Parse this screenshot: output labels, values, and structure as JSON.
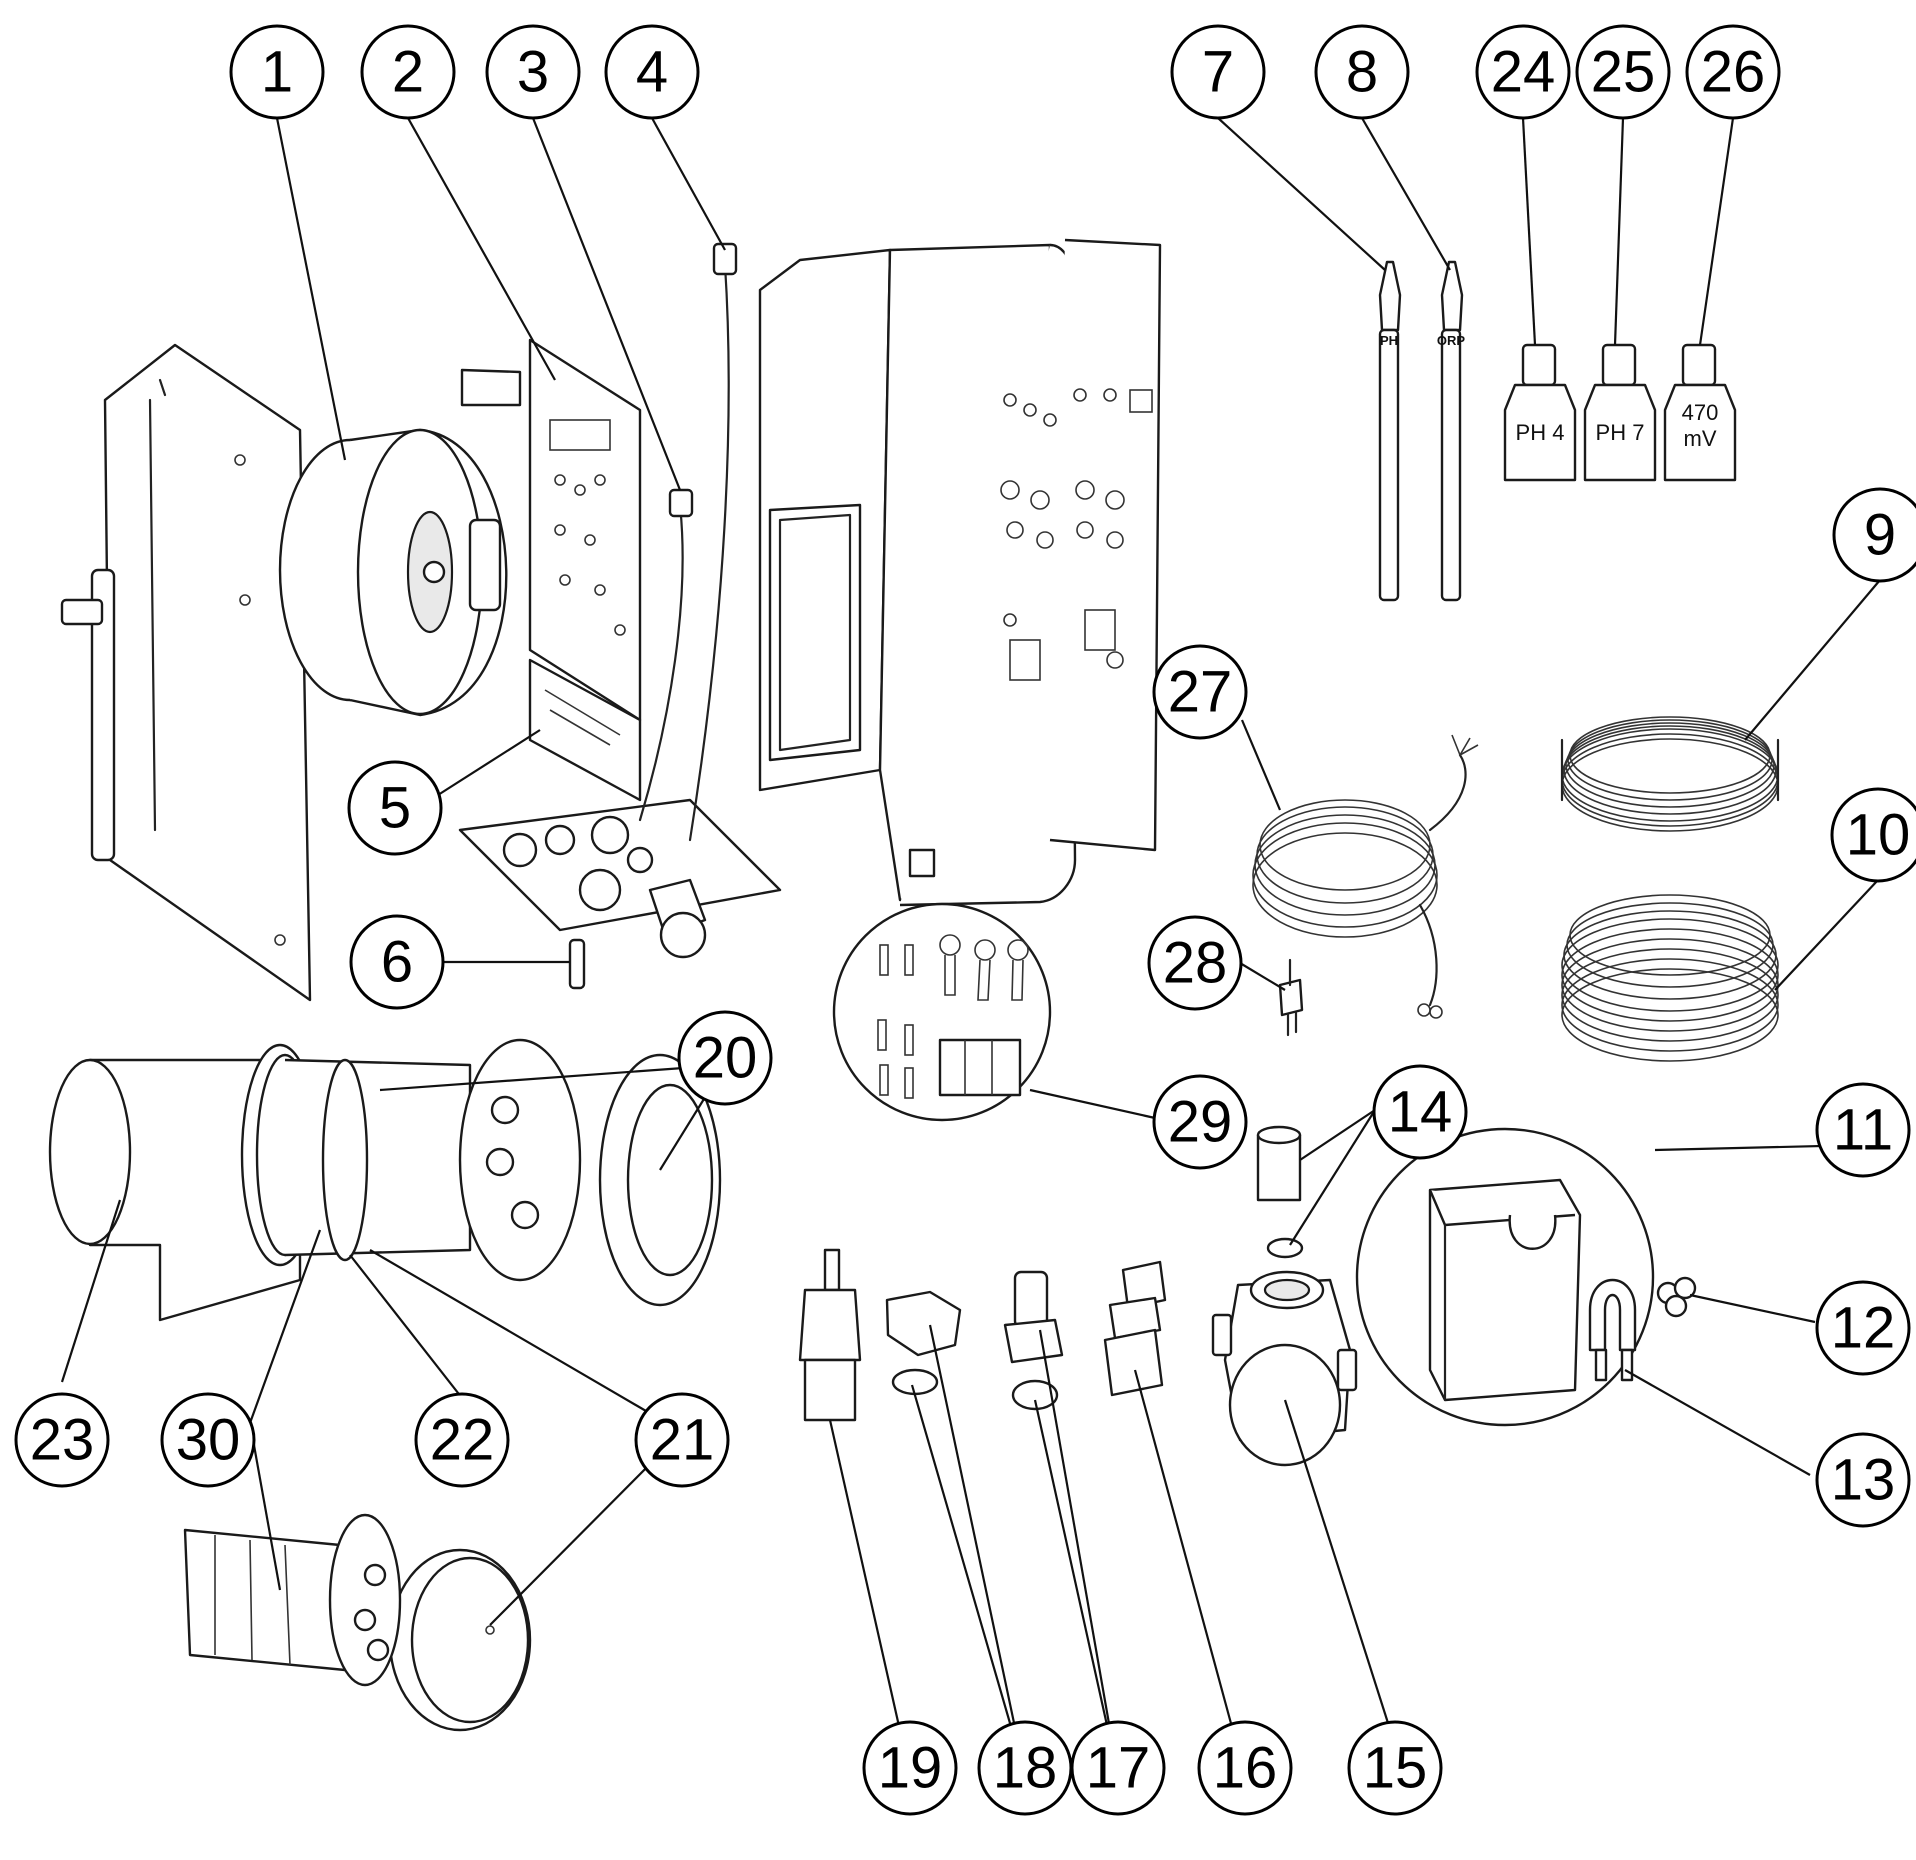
{
  "callouts": [
    {
      "id": "1",
      "label": "1"
    },
    {
      "id": "2",
      "label": "2"
    },
    {
      "id": "3",
      "label": "3"
    },
    {
      "id": "4",
      "label": "4"
    },
    {
      "id": "5",
      "label": "5"
    },
    {
      "id": "6",
      "label": "6"
    },
    {
      "id": "7",
      "label": "7"
    },
    {
      "id": "8",
      "label": "8"
    },
    {
      "id": "9",
      "label": "9"
    },
    {
      "id": "10",
      "label": "10"
    },
    {
      "id": "11",
      "label": "11"
    },
    {
      "id": "12",
      "label": "12"
    },
    {
      "id": "13",
      "label": "13"
    },
    {
      "id": "14",
      "label": "14"
    },
    {
      "id": "15",
      "label": "15"
    },
    {
      "id": "16",
      "label": "16"
    },
    {
      "id": "17",
      "label": "17"
    },
    {
      "id": "18",
      "label": "18"
    },
    {
      "id": "19",
      "label": "19"
    },
    {
      "id": "20",
      "label": "20"
    },
    {
      "id": "21",
      "label": "21"
    },
    {
      "id": "22",
      "label": "22"
    },
    {
      "id": "23",
      "label": "23"
    },
    {
      "id": "24",
      "label": "24"
    },
    {
      "id": "25",
      "label": "25"
    },
    {
      "id": "26",
      "label": "26"
    },
    {
      "id": "27",
      "label": "27"
    },
    {
      "id": "28",
      "label": "28"
    },
    {
      "id": "29",
      "label": "29"
    },
    {
      "id": "30",
      "label": "30"
    }
  ],
  "bottles": {
    "ph4": "PH 4",
    "ph7": "PH 7",
    "mv_value": "470",
    "mv_unit": "mV"
  },
  "probes": {
    "ph": "PH",
    "orp": "ORP"
  }
}
